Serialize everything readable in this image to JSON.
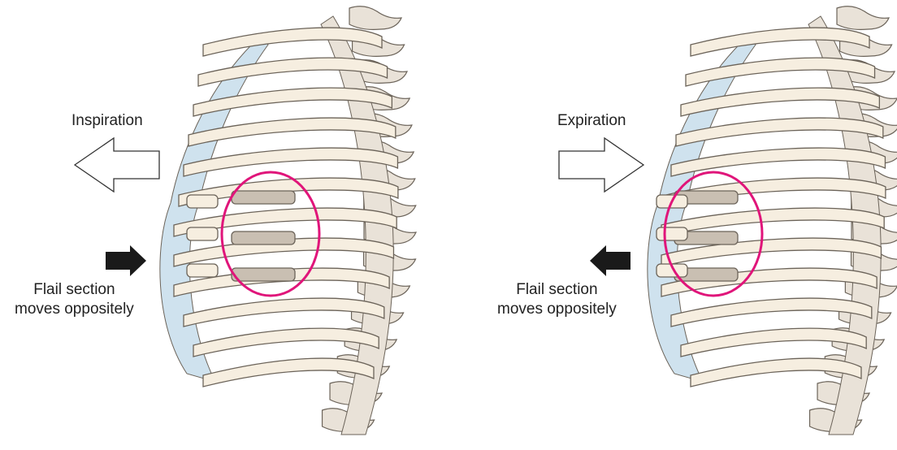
{
  "panels": [
    {
      "id": "inspiration",
      "phase_label": "Inspiration",
      "chest_motion": "outward",
      "flail_motion": "inward",
      "flail_label_line1": "Flail section",
      "flail_label_line2": "moves oppositely"
    },
    {
      "id": "expiration",
      "phase_label": "Expiration",
      "chest_motion": "inward",
      "flail_motion": "outward",
      "flail_label_line1": "Flail section",
      "flail_label_line2": "moves oppositely"
    }
  ],
  "colors": {
    "bone_fill": "#f6eee0",
    "bone_stroke": "#6b6359",
    "spine_fill": "#e9e2d8",
    "cartilage": "#cfe2ee",
    "fractured_rib": "#c9bfb2",
    "flail_circle": "#e0157a",
    "open_arrow": "#ffffff",
    "solid_arrow": "#1a1a1a"
  }
}
